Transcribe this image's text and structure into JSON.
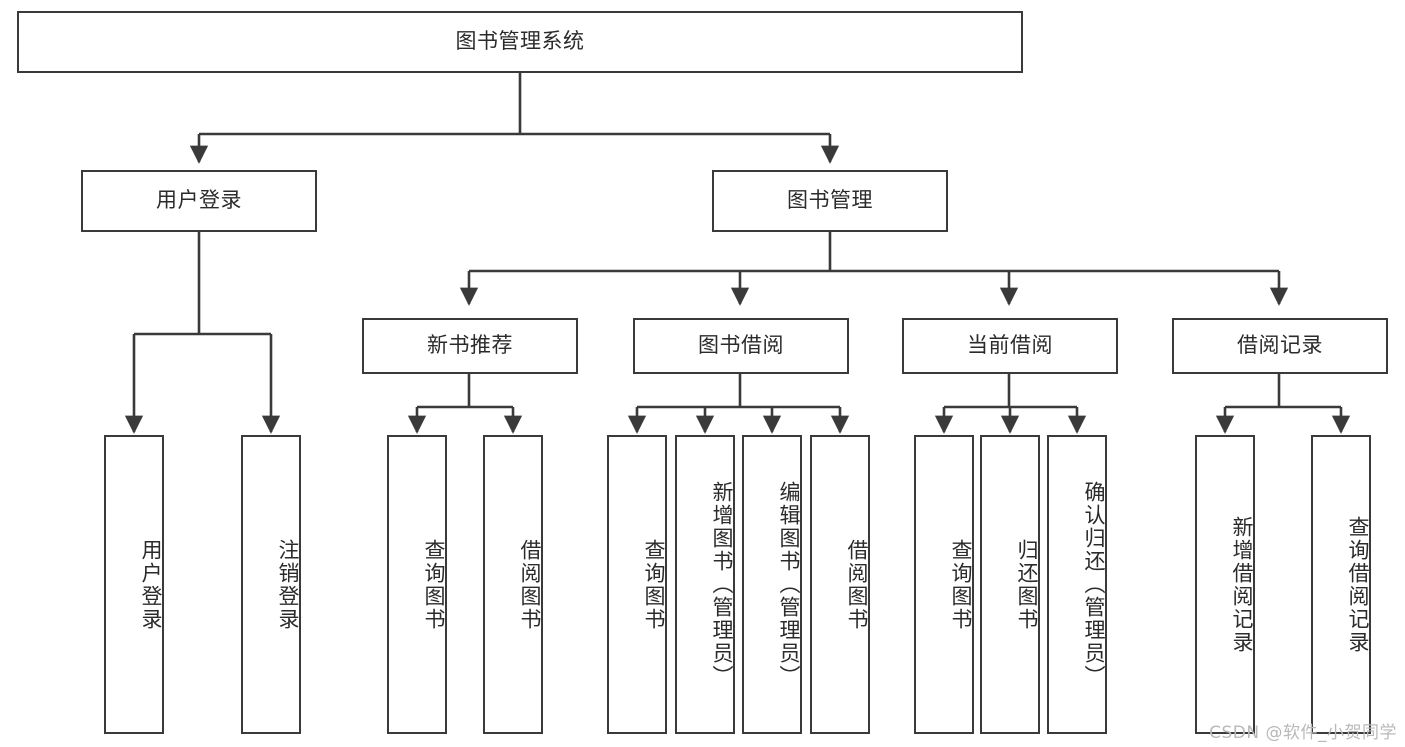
{
  "diagram": {
    "title": "图书管理系统",
    "type": "tree",
    "root": {
      "label": "图书管理系统"
    },
    "level2": [
      {
        "label": "用户登录"
      },
      {
        "label": "图书管理"
      }
    ],
    "level3": [
      {
        "label": "新书推荐"
      },
      {
        "label": "图书借阅"
      },
      {
        "label": "当前借阅"
      },
      {
        "label": "借阅记录"
      }
    ],
    "leaves": [
      {
        "label": "用户登录"
      },
      {
        "label": "注销登录"
      },
      {
        "label": "查询图书"
      },
      {
        "label": "借阅图书"
      },
      {
        "label": "查询图书"
      },
      {
        "label": "新增图书（管理员）"
      },
      {
        "label": "编辑图书（管理员）"
      },
      {
        "label": "借阅图书"
      },
      {
        "label": "查询图书"
      },
      {
        "label": "归还图书"
      },
      {
        "label": "确认归还（管理员）"
      },
      {
        "label": "新增借阅记录"
      },
      {
        "label": "查询借阅记录"
      }
    ]
  },
  "watermark": {
    "text": "CSDN @软件_小贺同学"
  },
  "colors": {
    "stroke": "#3a3a3a",
    "background": "#ffffff",
    "text": "#2b2b2b",
    "watermark": "#b9b9b9"
  }
}
